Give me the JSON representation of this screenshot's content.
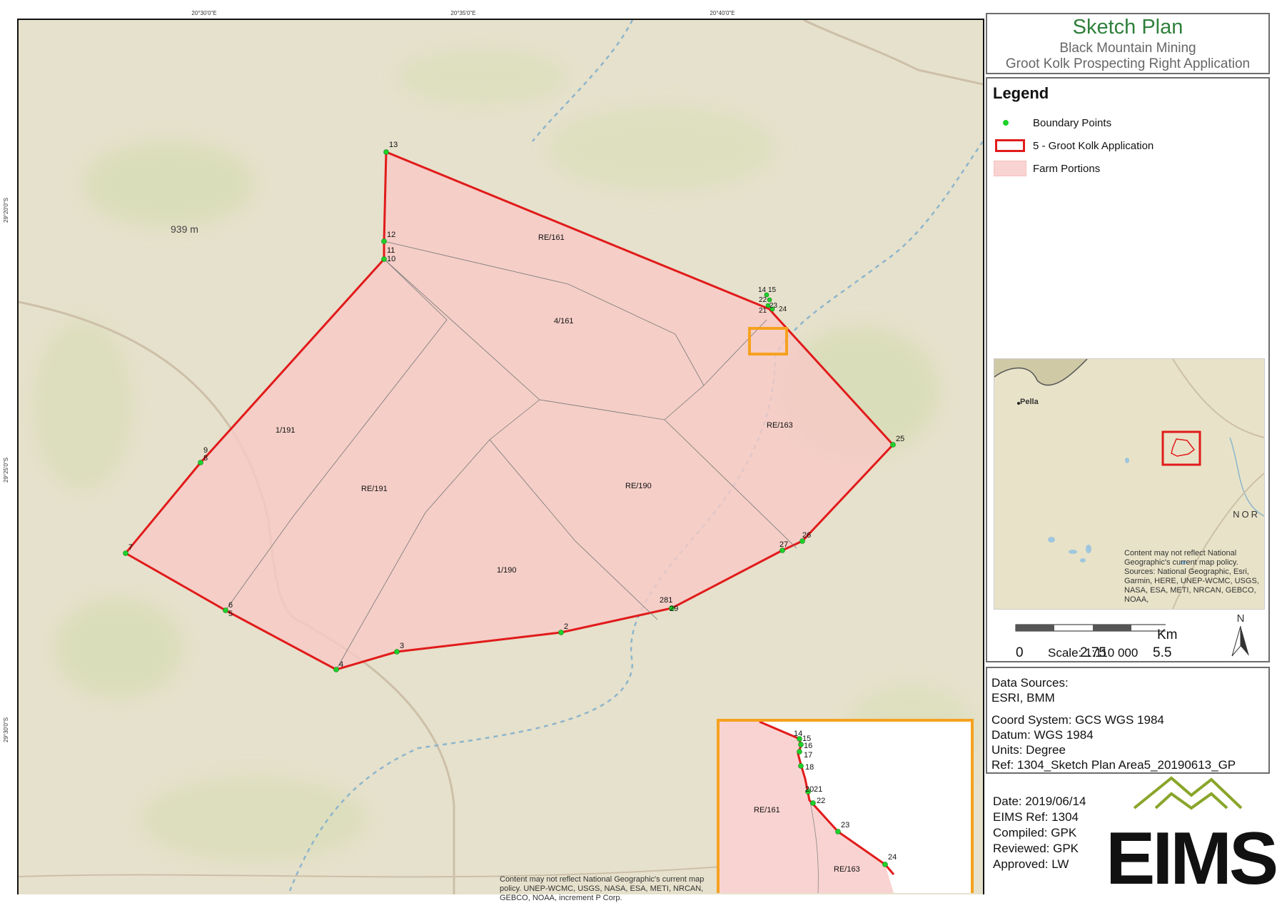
{
  "title": {
    "main": "Sketch Plan",
    "line2": "Black Mountain Mining",
    "line3": "Groot Kolk Prospecting Right Application"
  },
  "map": {
    "coords_top": [
      "20°30'0\"E",
      "20°35'0\"E",
      "20°40'0\"E"
    ],
    "coords_left": [
      "29°20'0\"S",
      "29°25'0\"S",
      "29°30'0\"S"
    ],
    "elevation_label": "939 m",
    "farm_labels": [
      "RE/161",
      "4/161",
      "1/191",
      "RE/191",
      "RE/190",
      "RE/163",
      "1/190"
    ],
    "point_labels": [
      "13",
      "12",
      "11",
      "10",
      "9",
      "8",
      "7",
      "6",
      "5",
      "4",
      "3",
      "2",
      "281",
      "29",
      "27",
      "26",
      "25",
      "14",
      "15",
      "22",
      "23",
      "21",
      "24"
    ],
    "credit": "Content may not reflect National Geographic's current map policy. UNEP-WCMC, USGS, NASA, ESA, METI, NRCAN, GEBCO, NOAA, increment P Corp.",
    "colors": {
      "boundary": "#e11b1b",
      "fill": "#f7c9c6",
      "point": "#1fd12a",
      "highlight": "#f6a11f"
    }
  },
  "inset": {
    "point_labels": [
      "14",
      "15",
      "16",
      "17",
      "18",
      "20",
      "21",
      "22",
      "23",
      "24"
    ],
    "farm_labels": [
      "RE/161",
      "RE/163"
    ]
  },
  "legend": {
    "title": "Legend",
    "items": [
      {
        "label": "Boundary Points",
        "symbol": "point"
      },
      {
        "label": "5 - Groot Kolk Application",
        "symbol": "line"
      },
      {
        "label": "Farm Portions",
        "symbol": "fill"
      }
    ]
  },
  "overview": {
    "place_label": "Pella",
    "partial_label": "NOR",
    "credit": "Content may not reflect National Geographic's current map policy. Sources: National Geographic, Esri, Garmin, HERE, UNEP-WCMC, USGS, NASA, ESA, METI, NRCAN, GEBCO, NOAA,"
  },
  "scale": {
    "unit": "Km",
    "ticks": [
      "0",
      "2.75",
      "5.5"
    ],
    "text": "Scale:  1:110 000",
    "north": "N"
  },
  "data_sources": {
    "line1": "Data Sources:",
    "line2": "ESRI, BMM",
    "coord_system": "Coord System: GCS WGS 1984",
    "datum": "Datum: WGS 1984",
    "units": "Units: Degree",
    "ref": "Ref: 1304_Sketch Plan Area5_20190613_GP"
  },
  "meta": {
    "date": "Date: 2019/06/14",
    "eims_ref": "EIMS Ref: 1304",
    "compiled": "Compiled: GPK",
    "reviewed": "Reviewed: GPK",
    "approved": "Approved: LW"
  },
  "logo": {
    "text": "EIMS"
  }
}
